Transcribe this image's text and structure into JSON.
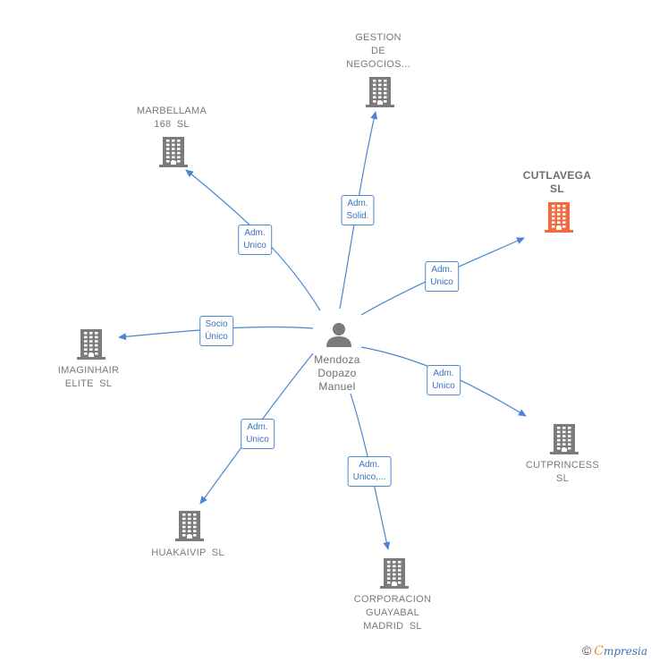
{
  "colors": {
    "edge": "#4a86cf",
    "building": "#7b7b7b",
    "highlight": "#f26a3d",
    "person": "#7b7b7b"
  },
  "center": {
    "name_lines": [
      "Mendoza",
      "Dopazo",
      "Manuel"
    ],
    "icon": "person-icon"
  },
  "companies": [
    {
      "id": "gestion",
      "lines": [
        "GESTION",
        "DE",
        "NEGOCIOS..."
      ],
      "highlight": false,
      "edge_label": [
        "Adm.",
        "Solid."
      ]
    },
    {
      "id": "marbellama",
      "lines": [
        "MARBELLAMA",
        "168  SL"
      ],
      "highlight": false,
      "edge_label": [
        "Adm.",
        "Unico"
      ]
    },
    {
      "id": "cutlavega",
      "lines": [
        "CUTLAVEGA",
        "SL"
      ],
      "highlight": true,
      "edge_label": [
        "Adm.",
        "Unico"
      ]
    },
    {
      "id": "imaginhair",
      "lines": [
        "IMAGINHAIR",
        "ELITE  SL"
      ],
      "highlight": false,
      "edge_label": [
        "Socio",
        "Único"
      ]
    },
    {
      "id": "cutprincess",
      "lines": [
        "CUTPRINCESS",
        "SL"
      ],
      "highlight": false,
      "edge_label": [
        "Adm.",
        "Unico"
      ]
    },
    {
      "id": "huakaivip",
      "lines": [
        "HUAKAIVIP  SL"
      ],
      "highlight": false,
      "edge_label": [
        "Adm.",
        "Unico"
      ]
    },
    {
      "id": "corporacion",
      "lines": [
        "CORPORACION",
        "GUAYABAL",
        "MADRID SL"
      ],
      "highlight": false,
      "edge_label": [
        "Adm.",
        "Unico,..."
      ]
    }
  ],
  "footer": {
    "copyright": "©",
    "brand_initial": "C",
    "brand_rest": "mpresia"
  }
}
